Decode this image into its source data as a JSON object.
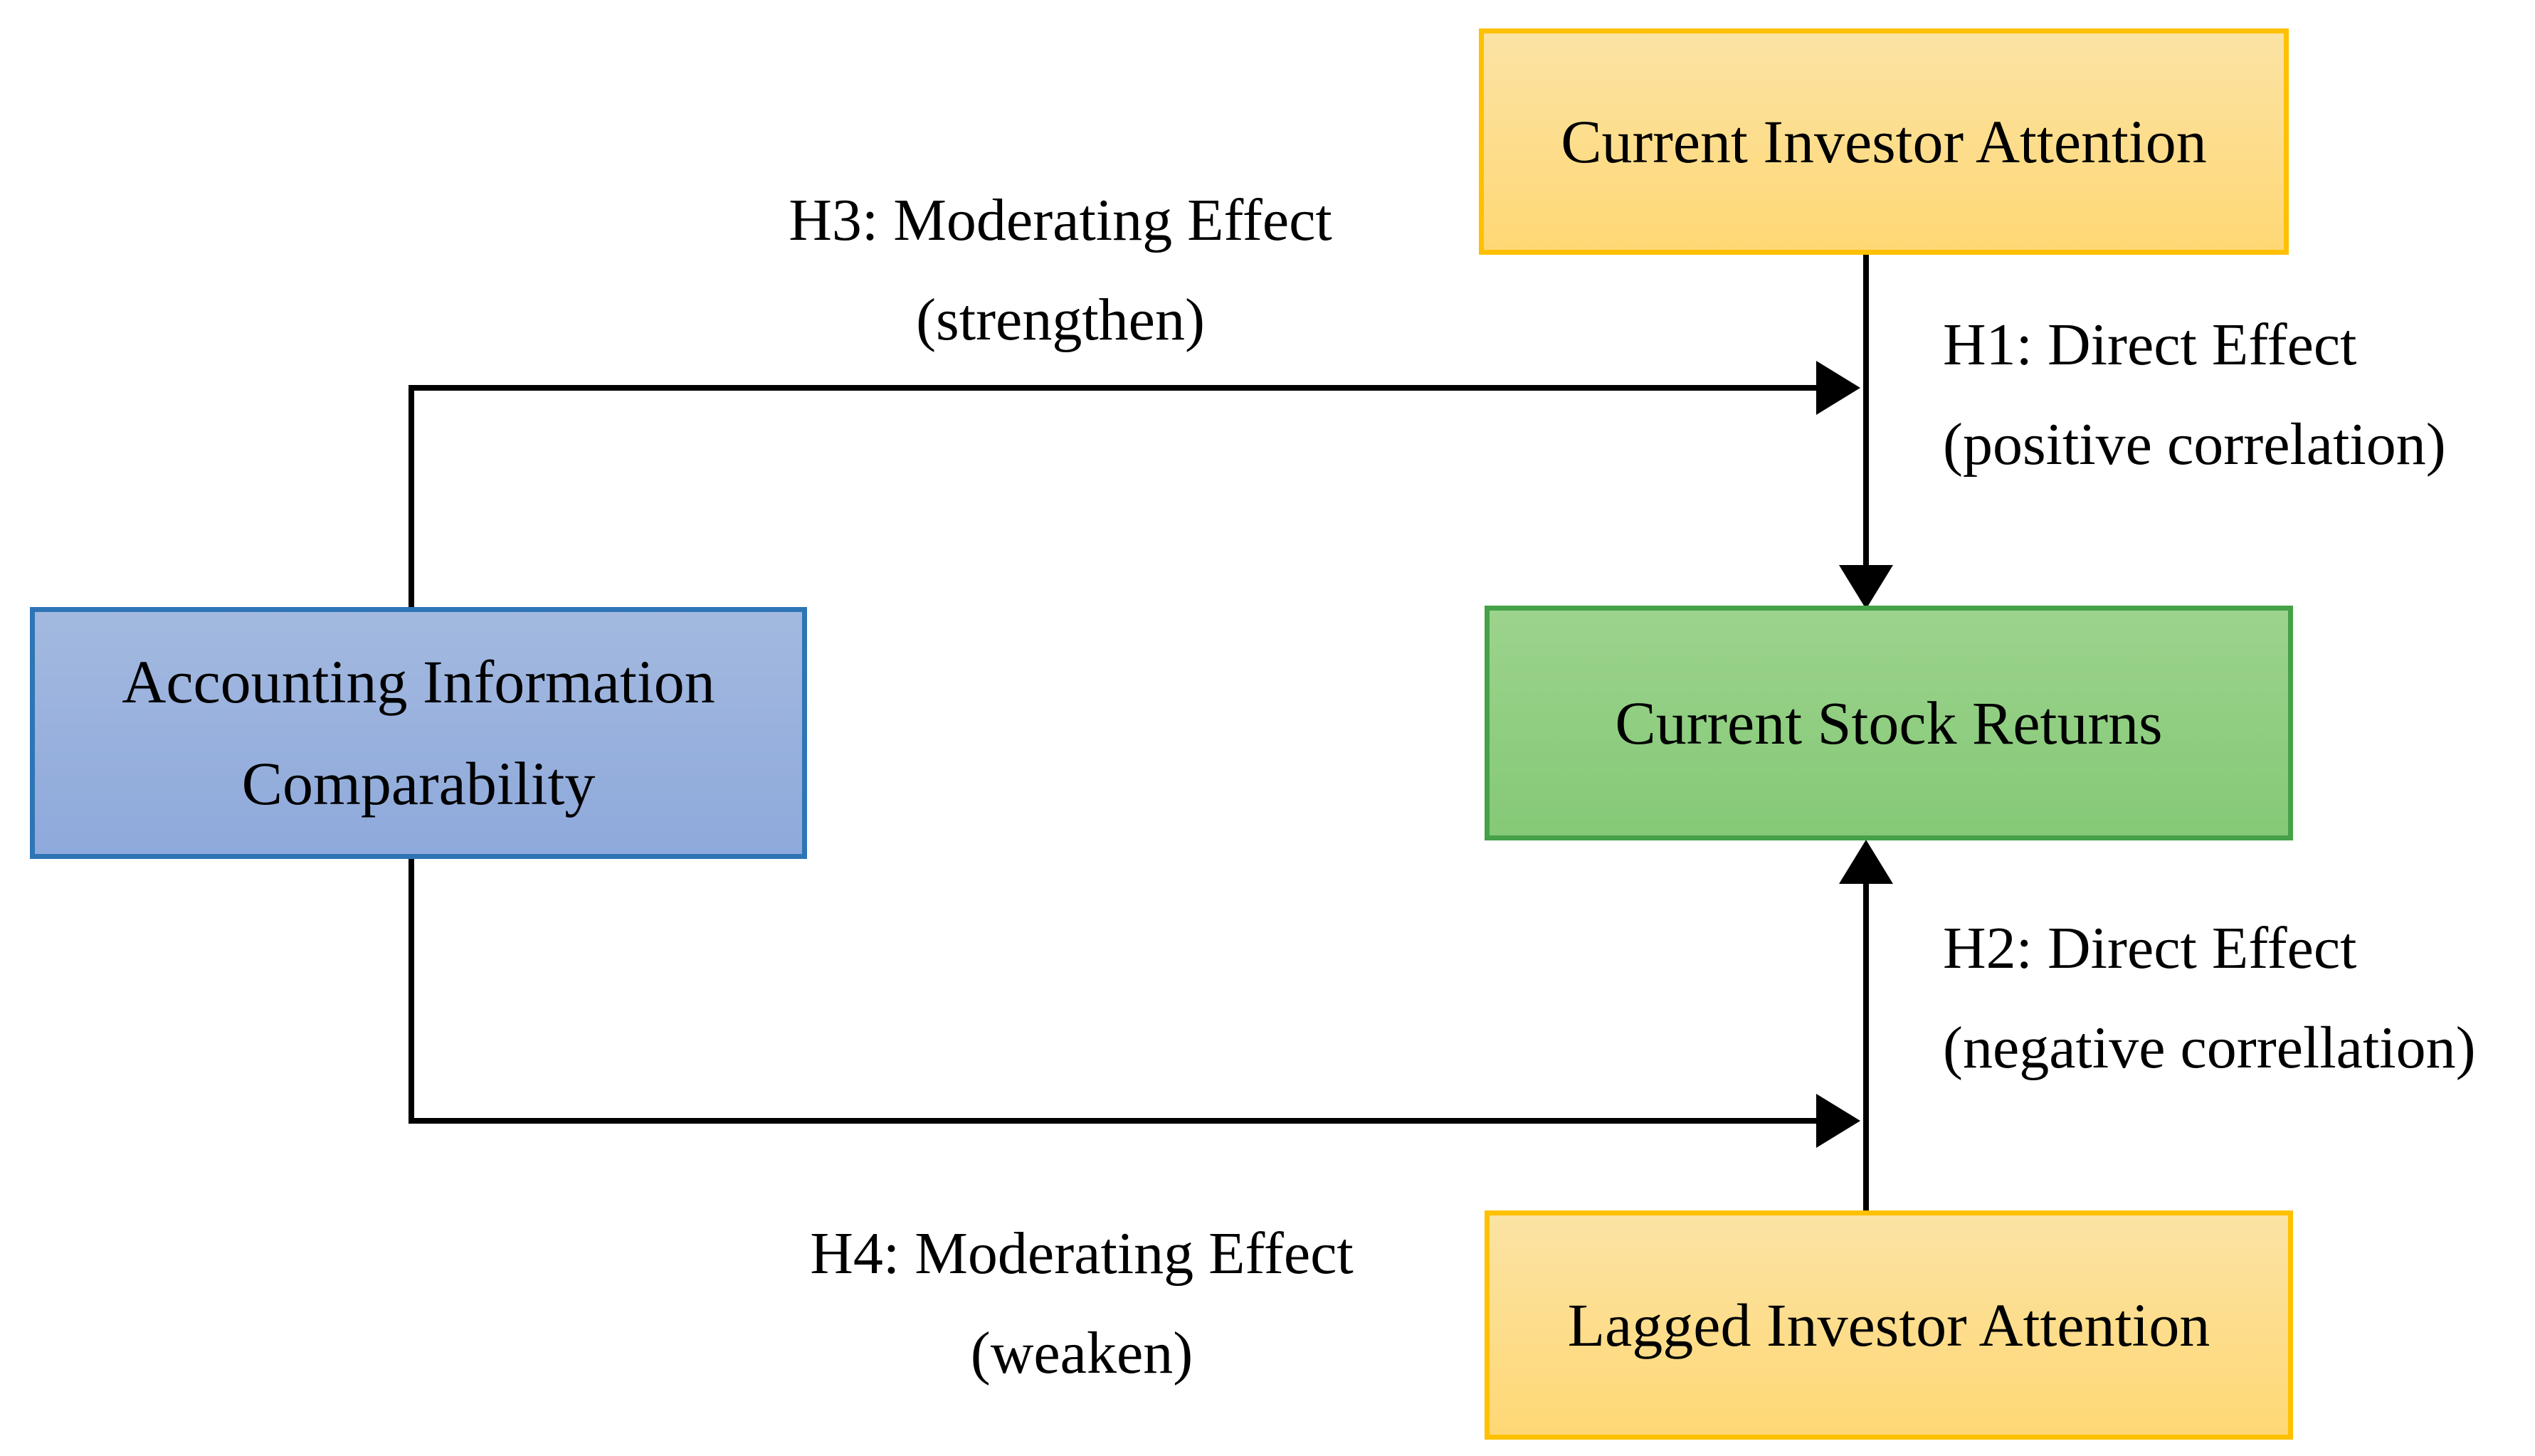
{
  "figure": {
    "background": "#FFFFFF",
    "line_color": "#000000",
    "text_color": "#000000"
  },
  "nodes": {
    "current_investor_attention": {
      "label": "Current Investor Attention",
      "border_color": "#FFC000",
      "fill_top": "#FBE3A4",
      "fill_bottom": "#FFD875"
    },
    "current_stock_returns": {
      "label": "Current Stock Returns",
      "border_color": "#45A147",
      "fill_top": "#9CD38D",
      "fill_bottom": "#85C976"
    },
    "lagged_investor_attention": {
      "label": "Lagged Investor Attention",
      "border_color": "#FFC000",
      "fill_top": "#FBE3A4",
      "fill_bottom": "#FFD875"
    },
    "accounting_information_comparability": {
      "label_line1": "Accounting Information",
      "label_line2": "Comparability",
      "border_color": "#2E75B6",
      "fill_top": "#A3B9DF",
      "fill_bottom": "#8EA9DB"
    }
  },
  "edges": {
    "h1": {
      "line1": "H1: Direct Effect",
      "line2": "(positive correlation)"
    },
    "h2": {
      "line1": "H2: Direct Effect",
      "line2": "(negative correllation)"
    },
    "h3": {
      "line1": "H3: Moderating Effect",
      "line2": "(strengthen)"
    },
    "h4": {
      "line1": "H4: Moderating Effect",
      "line2": "(weaken)"
    }
  }
}
